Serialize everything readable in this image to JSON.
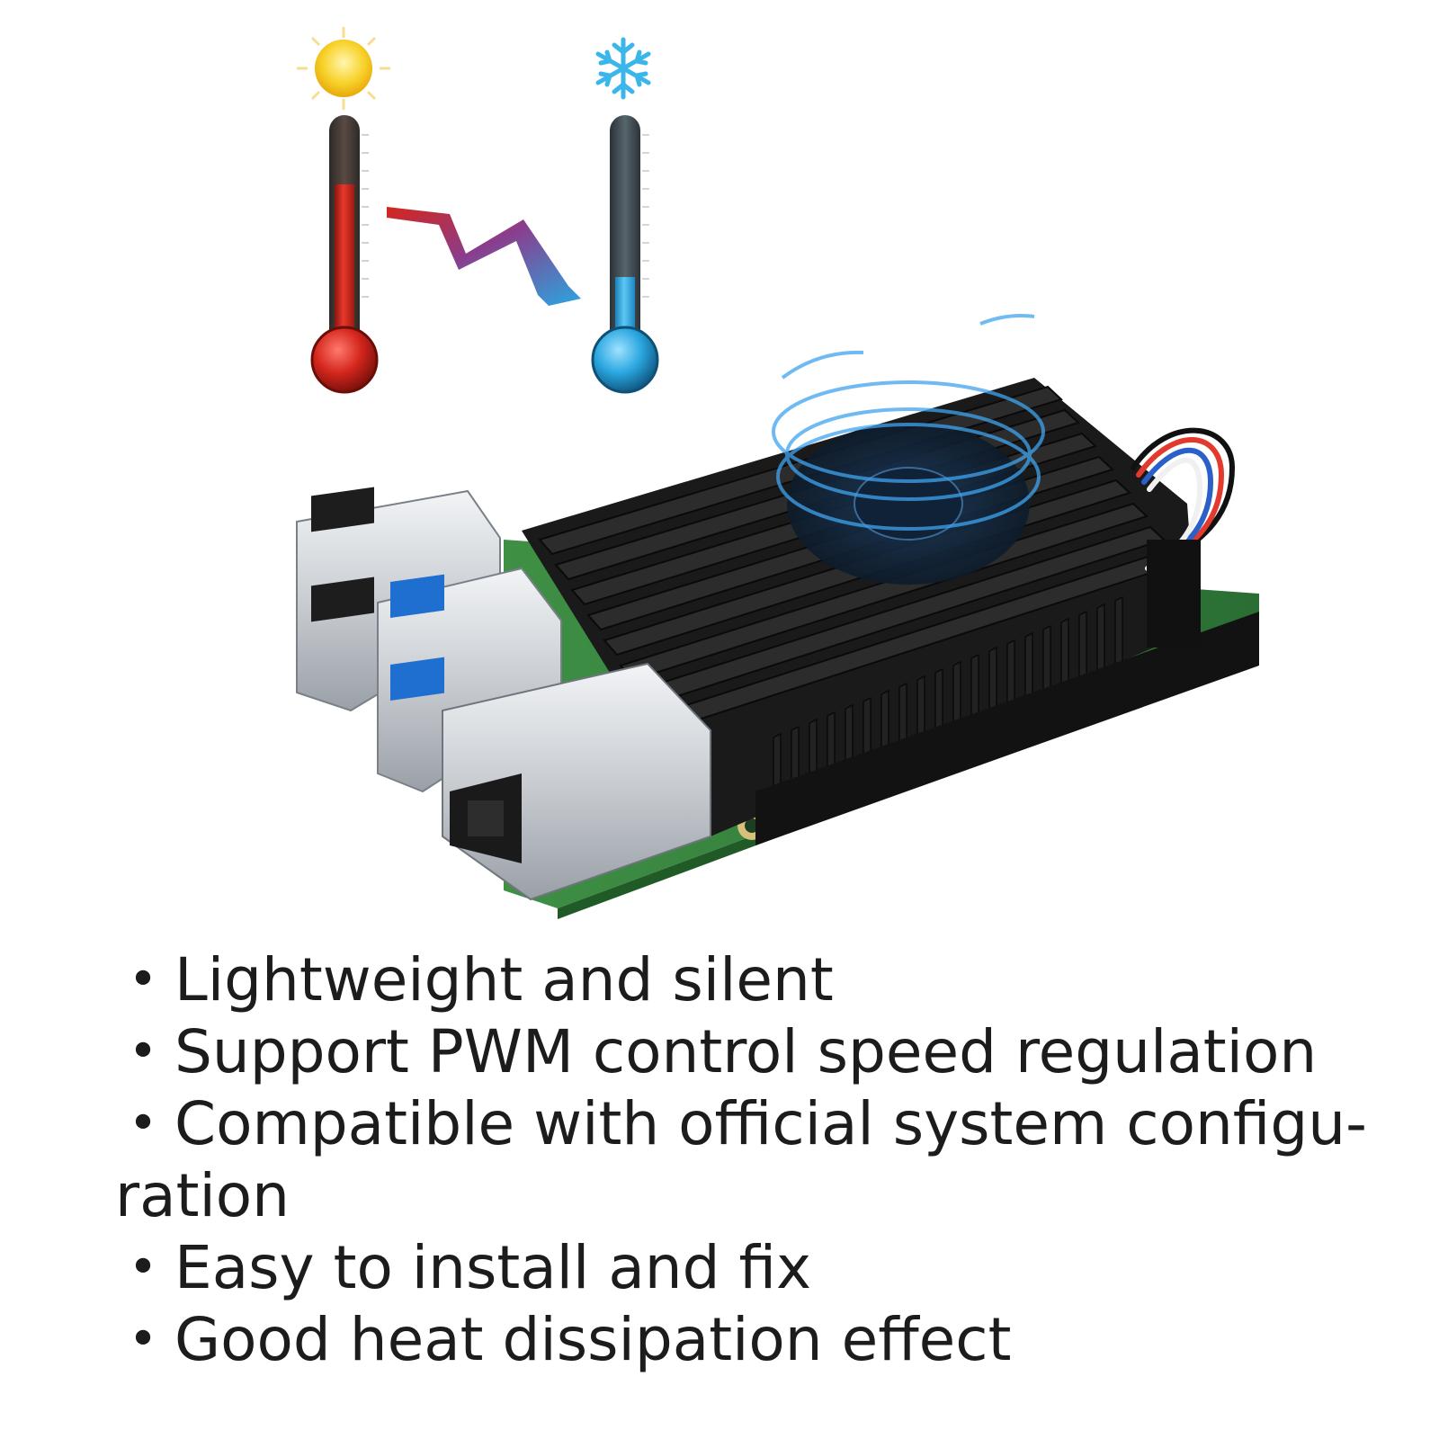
{
  "colors": {
    "hot": "#d4261c",
    "cold": "#2aa6e0",
    "heatsink": "#141414",
    "board": "#2f7d3a",
    "metal": "#cfd3d8",
    "usb3_blue": "#1f6fd1",
    "text": "#1c1c1c"
  },
  "icons": {
    "hot": "sun-icon",
    "cold": "snowflake-icon",
    "transfer": "lightning-arrow-icon"
  },
  "features": [
    {
      "text": "Lightweight and silent"
    },
    {
      "text": "Support PWM control speed regulation"
    },
    {
      "text": "Compatible with official system configu-ration"
    },
    {
      "text": "Easy to install and fix"
    },
    {
      "text": "Good heat dissipation effect"
    }
  ],
  "bullet": "•"
}
